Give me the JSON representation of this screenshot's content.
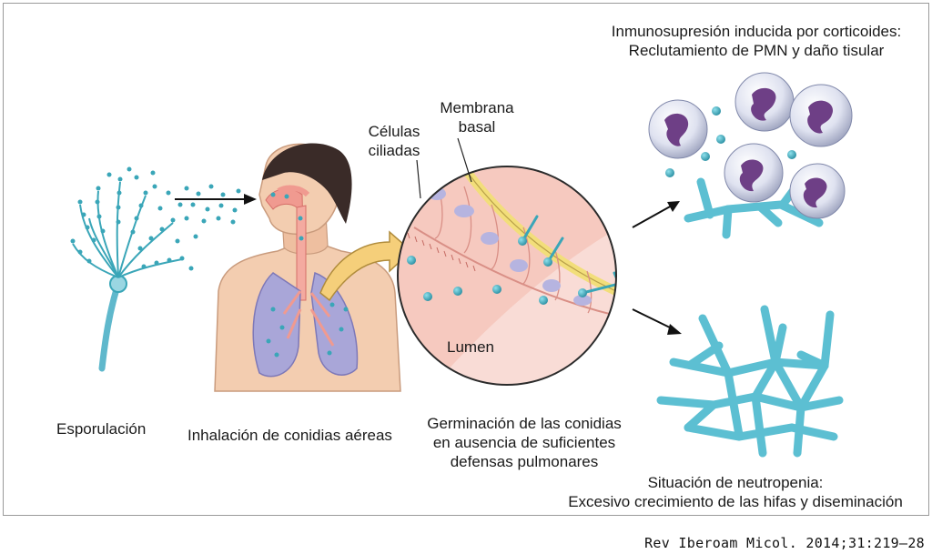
{
  "labels": {
    "sporulation": "Esporulación",
    "inhalation": "Inhalación de conidias aéreas",
    "ciliated_line1": "Células",
    "ciliated_line2": "ciliadas",
    "membrane_line1": "Membrana",
    "membrane_line2": "basal",
    "lumen": "Lumen",
    "germination_line1": "Germinación de las conidias",
    "germination_line2": "en ausencia de suficientes",
    "germination_line3": "defensas pulmonares",
    "immuno_line1": "Inmunosupresión inducida por corticoides:",
    "immuno_line2": "Reclutamiento de PMN y daño tisular",
    "neutro_line1": "Situación de neutropenia:",
    "neutro_line2": "Excesivo crecimiento de las hifas y diseminación"
  },
  "citation": "Rev Iberoam Micol. 2014;31:219–28",
  "colors": {
    "conidia": "#3aa6b8",
    "hyphae": "#5cbfd2",
    "skin": "#f3cdb0",
    "lung": "#a9a6d8",
    "airway": "#f09a90",
    "tissue": "#f6c9bf",
    "membrane": "#f2de7a",
    "arrow_yellow": "#f5cf7a",
    "neutrophil_nucleus": "#6e3f86"
  }
}
